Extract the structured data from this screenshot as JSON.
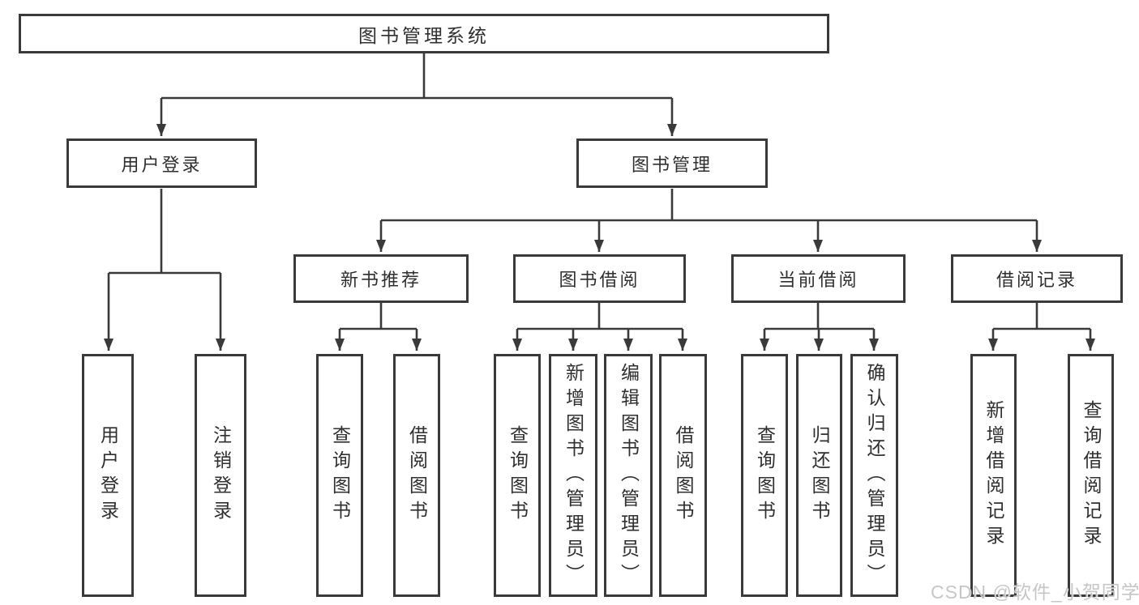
{
  "diagram": {
    "root": {
      "label": "图书管理系统"
    },
    "login": {
      "label": "用户登录",
      "children": [
        {
          "label": "用户登录"
        },
        {
          "label": "注销登录"
        }
      ]
    },
    "management": {
      "label": "图书管理",
      "groups": [
        {
          "label": "新书推荐",
          "children": [
            {
              "label": "查询图书"
            },
            {
              "label": "借阅图书"
            }
          ]
        },
        {
          "label": "图书借阅",
          "children": [
            {
              "label": "查询图书"
            },
            {
              "label": "新增图书（管理员）"
            },
            {
              "label": "编辑图书（管理员）"
            },
            {
              "label": "借阅图书"
            }
          ]
        },
        {
          "label": "当前借阅",
          "children": [
            {
              "label": "查询图书"
            },
            {
              "label": "归还图书"
            },
            {
              "label": "确认归还（管理员）"
            }
          ]
        },
        {
          "label": "借阅记录",
          "children": [
            {
              "label": "新增借阅记录"
            },
            {
              "label": "查询借阅记录"
            }
          ]
        }
      ]
    }
  },
  "watermark": {
    "text": "CSDN @软件_小贺同学"
  },
  "colors": {
    "line": "#3a3a3a",
    "text": "#2f2f2f",
    "box-bg": "#ffffff",
    "background": "#ffffff",
    "watermark": "#c4c4c4"
  }
}
